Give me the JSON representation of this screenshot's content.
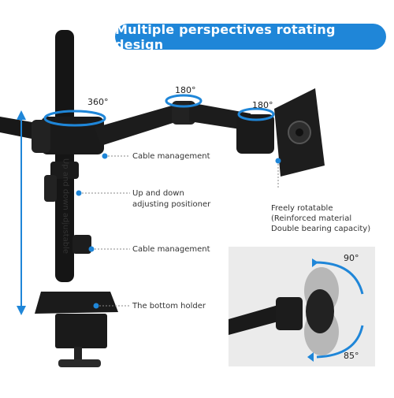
{
  "banner": {
    "text": "Multiple perspectives rotating design"
  },
  "rotation": {
    "pole": "360°",
    "mid": "180°",
    "end": "180°"
  },
  "labels": {
    "cable_top": "Cable management",
    "adjust_1": "Up and down",
    "adjust_2": "adjusting positioner",
    "cable_mid": "Cable management",
    "bottom": "The bottom holder",
    "vertical": "Up and down adjustable"
  },
  "vesa": {
    "line1": "Freely rotatable",
    "line2": "(Reinforced material",
    "line3": "Double bearing capacity)"
  },
  "inset": {
    "up": "90°",
    "down": "85°"
  },
  "colors": {
    "accent": "#1f86d8",
    "mount": "#151515",
    "text": "#333333",
    "inset_bg": "#ebebeb"
  }
}
